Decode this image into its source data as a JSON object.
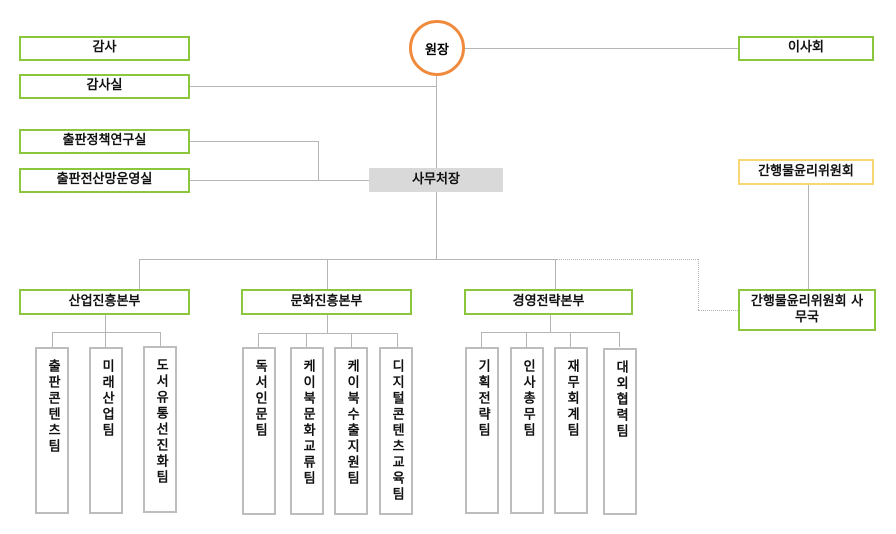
{
  "top": {
    "director": "원장",
    "board": "이사회",
    "auditor": "감사",
    "audit_office": "감사실",
    "policy_institute": "출판정책연구실",
    "network_office": "출판전산망운영실",
    "secretary_general": "사무처장",
    "ethics_committee": "간행물윤리위원회",
    "ethics_secretariat": "간행물윤리위원회 사무국"
  },
  "divisions": [
    {
      "name": "산업진흥본부",
      "teams": [
        "출판콘텐츠팀",
        "미래산업팀",
        "도서유통선진화팀"
      ]
    },
    {
      "name": "문화진흥본부",
      "teams": [
        "독서인문팀",
        "케이북문화교류팀",
        "케이북수출지원팀",
        "디지털콘텐츠교육팀"
      ]
    },
    {
      "name": "경영전략본부",
      "teams": [
        "기획전략팀",
        "인사총무팀",
        "재무회계팀",
        "대외협력팀"
      ]
    }
  ],
  "colors": {
    "director_border": "#f08a3c",
    "unit_border": "#8cc63f",
    "committee_border": "#f7d774",
    "secretary_fill": "#d9d9d9",
    "team_border": "#bdbdbd",
    "connector": "#b5b5b5"
  }
}
